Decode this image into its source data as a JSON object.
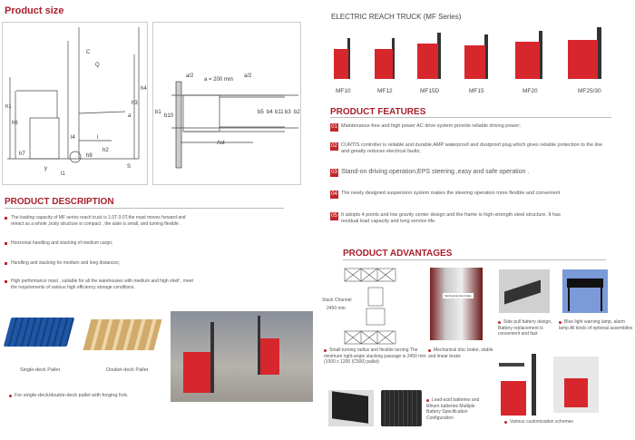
{
  "size": {
    "title": "Product size",
    "side_labels": [
      "C",
      "Q",
      "h4",
      "h3",
      "h1",
      "h6",
      "l4",
      "l",
      "h2",
      "h7",
      "h8",
      "y",
      "l1",
      "S",
      "a"
    ],
    "top_labels": [
      "a/2",
      "a = 200 mm",
      "a/2",
      "b1",
      "b10",
      "b5",
      "b4",
      "b11",
      "b3",
      "b2",
      "Ast"
    ]
  },
  "series": {
    "title": "ELECTRIC REACH TRUCK (MF Series)",
    "models": [
      "MF10",
      "MF12",
      "MF15D",
      "MF15",
      "MF20",
      "MF25/30"
    ]
  },
  "features": {
    "title": "PRODUCT FEATURES",
    "items": [
      {
        "num": "01",
        "text": "Maintenance-free and high power AC drive system provide reliable driving power;"
      },
      {
        "num": "02",
        "text": "CURTIS controller is reliable and durable,AMP waterproof and dustproof plug which gives reliable protection to the line and greatly reduces electrical faults;"
      },
      {
        "num": "03",
        "text": "Stand-on driving operation,EPS steering ,easy and safe operation ."
      },
      {
        "num": "04",
        "text": "The newly designed suspension system makes the steering operation more flexible and convenient"
      },
      {
        "num": "05",
        "text": "It adopts 4 points and low gravity center design and the frame is high-strength steel structure. It has residual load capacity and long service life."
      }
    ]
  },
  "description": {
    "title": "PRODUCT DESCRIPTION",
    "items": [
      "The loading capacity of MF series reach truck is 1.0T-3.0T,the mast moves forward and retract as a whole ,body structure is compact , the aisle is small, and turning flexible .",
      "Horizontal handling and stacking of medium cargo;",
      "Handling and stacking for medium and long distances;",
      "High performance mast , suitable for all the warehouses with medium and high shelf , meet the requirements of various high efficiency storage conditions."
    ]
  },
  "pallets": {
    "single": "Single-deck Pallet",
    "double": "Doubel-deck Pallet",
    "note": "For single-deck/double-deck pallet with forging fork."
  },
  "advantages": {
    "title": "PRODUCT ADVANTAGES",
    "stack_channel": "Stack Channel",
    "stack_value": "2450 mm",
    "brake_tag": "Mechanical disc brake",
    "turning": "Small turning radius and flexible turning The minimum right-angle stacking passage is 2450 mm (1000 x 1200 (C500) pallet)",
    "brake": "Mechanical disc brake, stable and linear brake",
    "battery_pull": "Side pull battery design, Battery replacement is convenient and fast",
    "lamp": "Blue light warning lamp, alarm lamp All kinds of optional assemblies",
    "batteries": "Lead-acid batteries and lithium batteries Multiple Battery Specification Configuration",
    "custom": "Various customization schemes"
  },
  "colors": {
    "accent": "#a8202b",
    "truck": "#d8262d",
    "pallet_blue": "#1f57a8"
  }
}
